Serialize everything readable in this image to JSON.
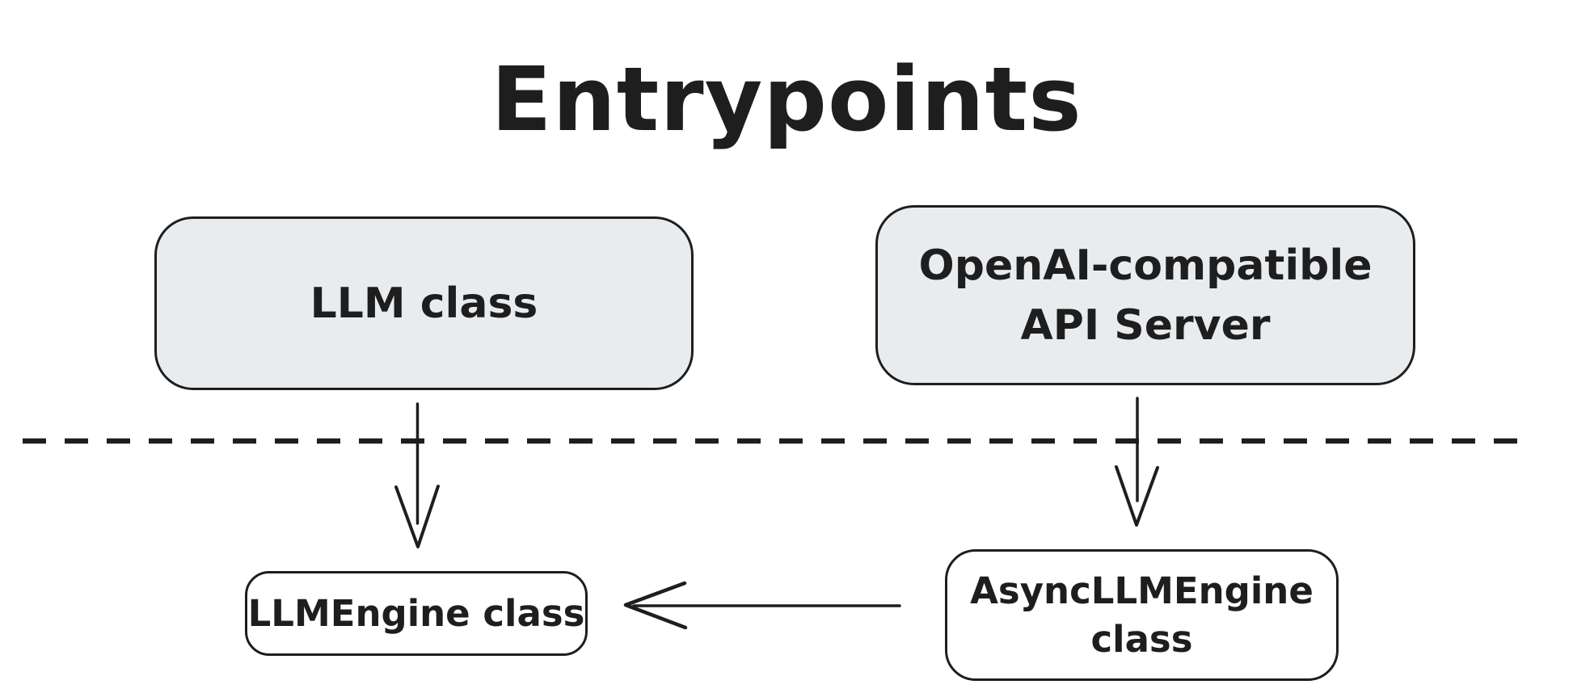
{
  "diagram": {
    "title": "Entrypoints",
    "nodes": [
      {
        "id": "llm-class",
        "label": "LLM class",
        "fill": "#e9ecef"
      },
      {
        "id": "openai-api-server",
        "label": "OpenAI-compatible API Server",
        "line1": "OpenAI-compatible",
        "line2": "API Server",
        "fill": "#e9ecef"
      },
      {
        "id": "llmengine-class",
        "label": "LLMEngine class",
        "fill": "#ffffff"
      },
      {
        "id": "asyncllmengine-class",
        "label": "AsyncLLMEngine class",
        "line1": "AsyncLLMEngine",
        "line2": "class",
        "fill": "#ffffff"
      }
    ],
    "edges": [
      {
        "from": "LLM class",
        "to": "LLMEngine class",
        "direction": "down"
      },
      {
        "from": "OpenAI-compatible API Server",
        "to": "AsyncLLMEngine class",
        "direction": "down"
      },
      {
        "from": "AsyncLLMEngine class",
        "to": "LLMEngine class",
        "direction": "left"
      }
    ],
    "divider": {
      "style": "dashed",
      "orientation": "horizontal"
    },
    "colors": {
      "background": "#ffffff",
      "node_fill_gray": "#e9ecef",
      "node_fill_white": "#ffffff",
      "stroke": "#1e1e1e"
    }
  }
}
